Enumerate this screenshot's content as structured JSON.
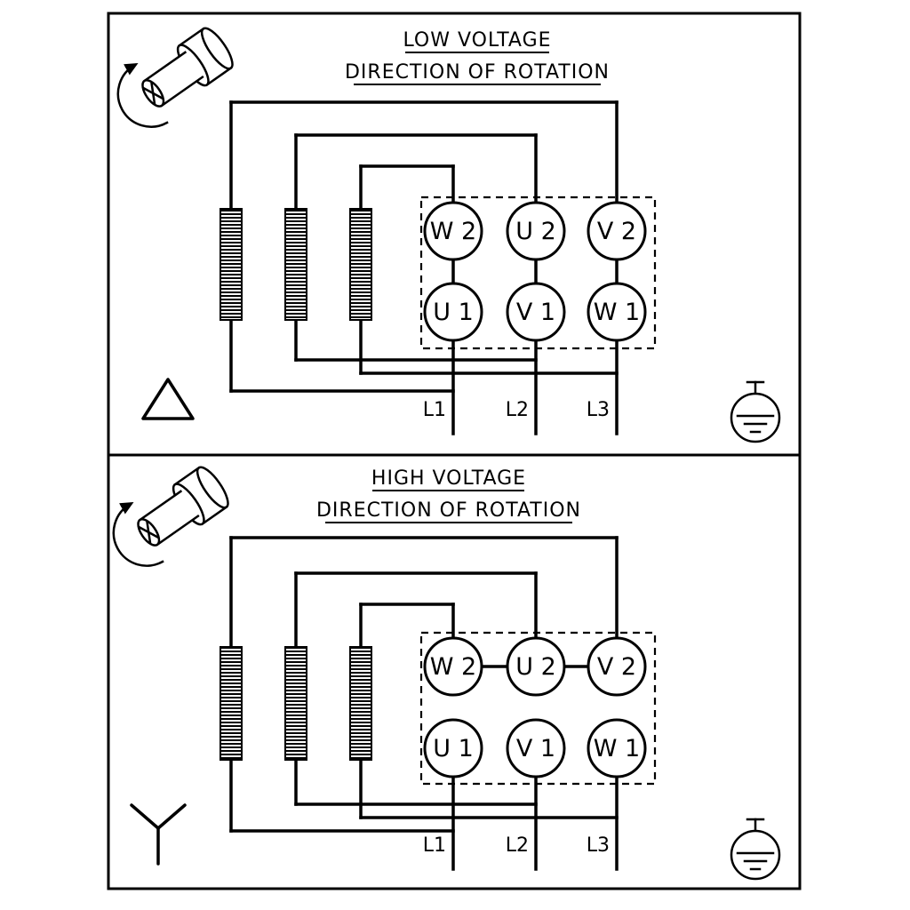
{
  "colors": {
    "ink": "#000000",
    "background": "#ffffff"
  },
  "icons": {
    "rotation": "rotation-direction-shaft-icon",
    "low_connection": "delta-connection-icon",
    "high_connection": "star-connection-icon",
    "ground": "earth-ground-icon"
  },
  "diagram": {
    "low": {
      "title": "LOW VOLTAGE",
      "subtitle": "DIRECTION OF ROTATION",
      "connection": "delta",
      "terminals": {
        "w2": "W 2",
        "u2": "U 2",
        "v2": "V 2",
        "u1": "U 1",
        "v1": "V 1",
        "w1": "W 1"
      },
      "lines": {
        "l1": "L1",
        "l2": "L2",
        "l3": "L3"
      }
    },
    "high": {
      "title": "HIGH VOLTAGE",
      "subtitle": "DIRECTION OF ROTATION",
      "connection": "star",
      "terminals": {
        "w2": "W 2",
        "u2": "U 2",
        "v2": "V 2",
        "u1": "U 1",
        "v1": "V 1",
        "w1": "W 1"
      },
      "lines": {
        "l1": "L1",
        "l2": "L2",
        "l3": "L3"
      }
    }
  }
}
